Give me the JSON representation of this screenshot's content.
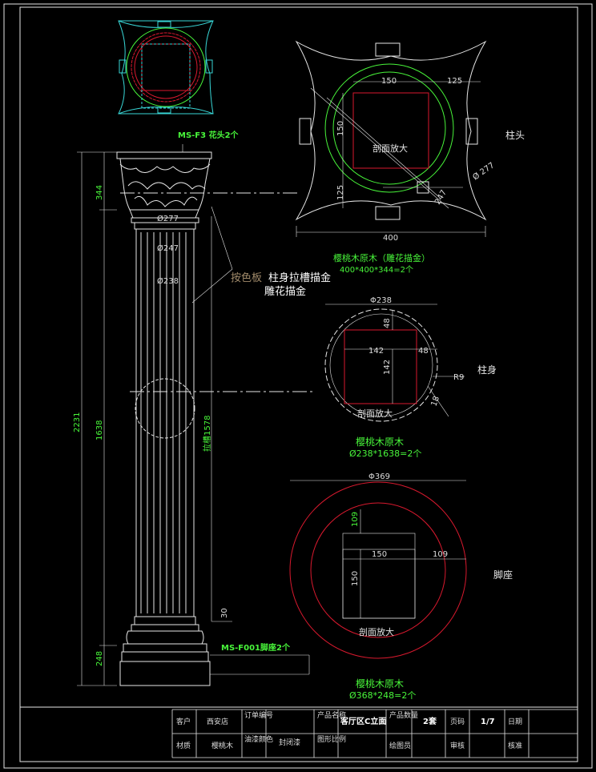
{
  "colors": {
    "background": "#000000",
    "cyan": "#38d6d6",
    "green": "#48f53a",
    "red": "#d8192e",
    "white": "#e6e6e6",
    "yellow": "#e8e84a",
    "grey": "#8a8a8a"
  },
  "labels": {
    "capital_tag": "MS-F3 花头2个",
    "base_tag": "MS-F001脚座2个",
    "gold_note_1": "按色板",
    "gold_note_2": "柱身拉槽描金",
    "gold_note_3": "雕花描金",
    "capital_title": "柱头",
    "capital_material": "樱桃木原木（雕花描金）",
    "capital_spec": "400*400*344=2个",
    "shaft_title": "柱身",
    "shaft_material": "樱桃木原木",
    "shaft_spec": "Ø238*1638=2个",
    "base_title": "脚座",
    "base_material": "樱桃木原木",
    "base_spec": "Ø368*248=2个",
    "section_enlarge": "剖面放大"
  },
  "dims": {
    "total_h": "2231",
    "capital_h": "344",
    "shaft_h": "1638",
    "base_h": "248",
    "groove_h": "拉槽1578",
    "groove_gap": "30",
    "d277": "Ø277",
    "d247": "Ø247",
    "d238": "Ø238",
    "cap_150_top": "150",
    "cap_125_top": "125",
    "cap_150_left": "150",
    "cap_125_left": "125",
    "cap_400": "400",
    "cap_d277": "Ø 277",
    "cap_247": "247",
    "shaft_d238": "Φ238",
    "shaft_48_v": "48",
    "shaft_48_h": "48",
    "shaft_142_h": "142",
    "shaft_142_v": "142",
    "shaft_r9": "R9",
    "shaft_18": "18",
    "base_d369": "Φ369",
    "base_109_v": "109",
    "base_150_h": "150",
    "base_109_h": "109",
    "base_150_v": "150"
  },
  "title_block": {
    "client_label": "客户",
    "client_value": "西安店",
    "order_label": "订单编号",
    "product_label": "产品名称",
    "product_value": "客厅区C立面",
    "qty_label": "产品数量",
    "qty_value": "2套",
    "page_label": "页码",
    "page_value": "1/7",
    "date_label": "日期",
    "material_label": "材质",
    "material_value": "樱桃木",
    "paint_label": "油漆颜色",
    "paint_value": "封闭漆",
    "scale_label": "图形比例",
    "drafter_label": "绘图员",
    "review_label": "审核",
    "approve_label": "核准"
  }
}
